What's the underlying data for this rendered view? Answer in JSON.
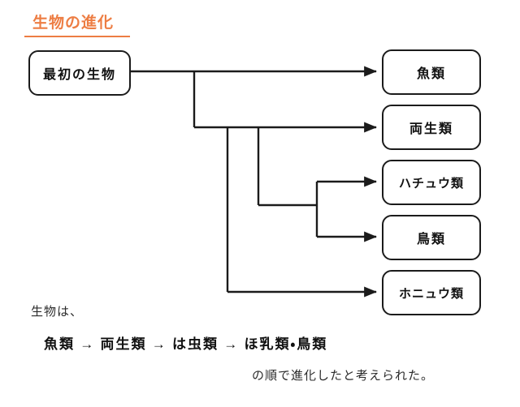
{
  "slide": {
    "title": "生物の進化",
    "accent_color": "#ED7D43",
    "line_color": "#1b1b1b",
    "background_color": "#ffffff"
  },
  "diagram": {
    "root": {
      "label": "最初の生物"
    },
    "leaves": [
      {
        "label": "魚類"
      },
      {
        "label": "両生類"
      },
      {
        "label": "ハチュウ類"
      },
      {
        "label": "鳥類"
      },
      {
        "label": "ホニュウ類"
      }
    ]
  },
  "prose": {
    "line_1": "生物は、",
    "line_2": "魚類 → 両生類 → は虫類 → ほ乳類・鳥類",
    "line_3": "の順で進化したと考えられた。"
  }
}
